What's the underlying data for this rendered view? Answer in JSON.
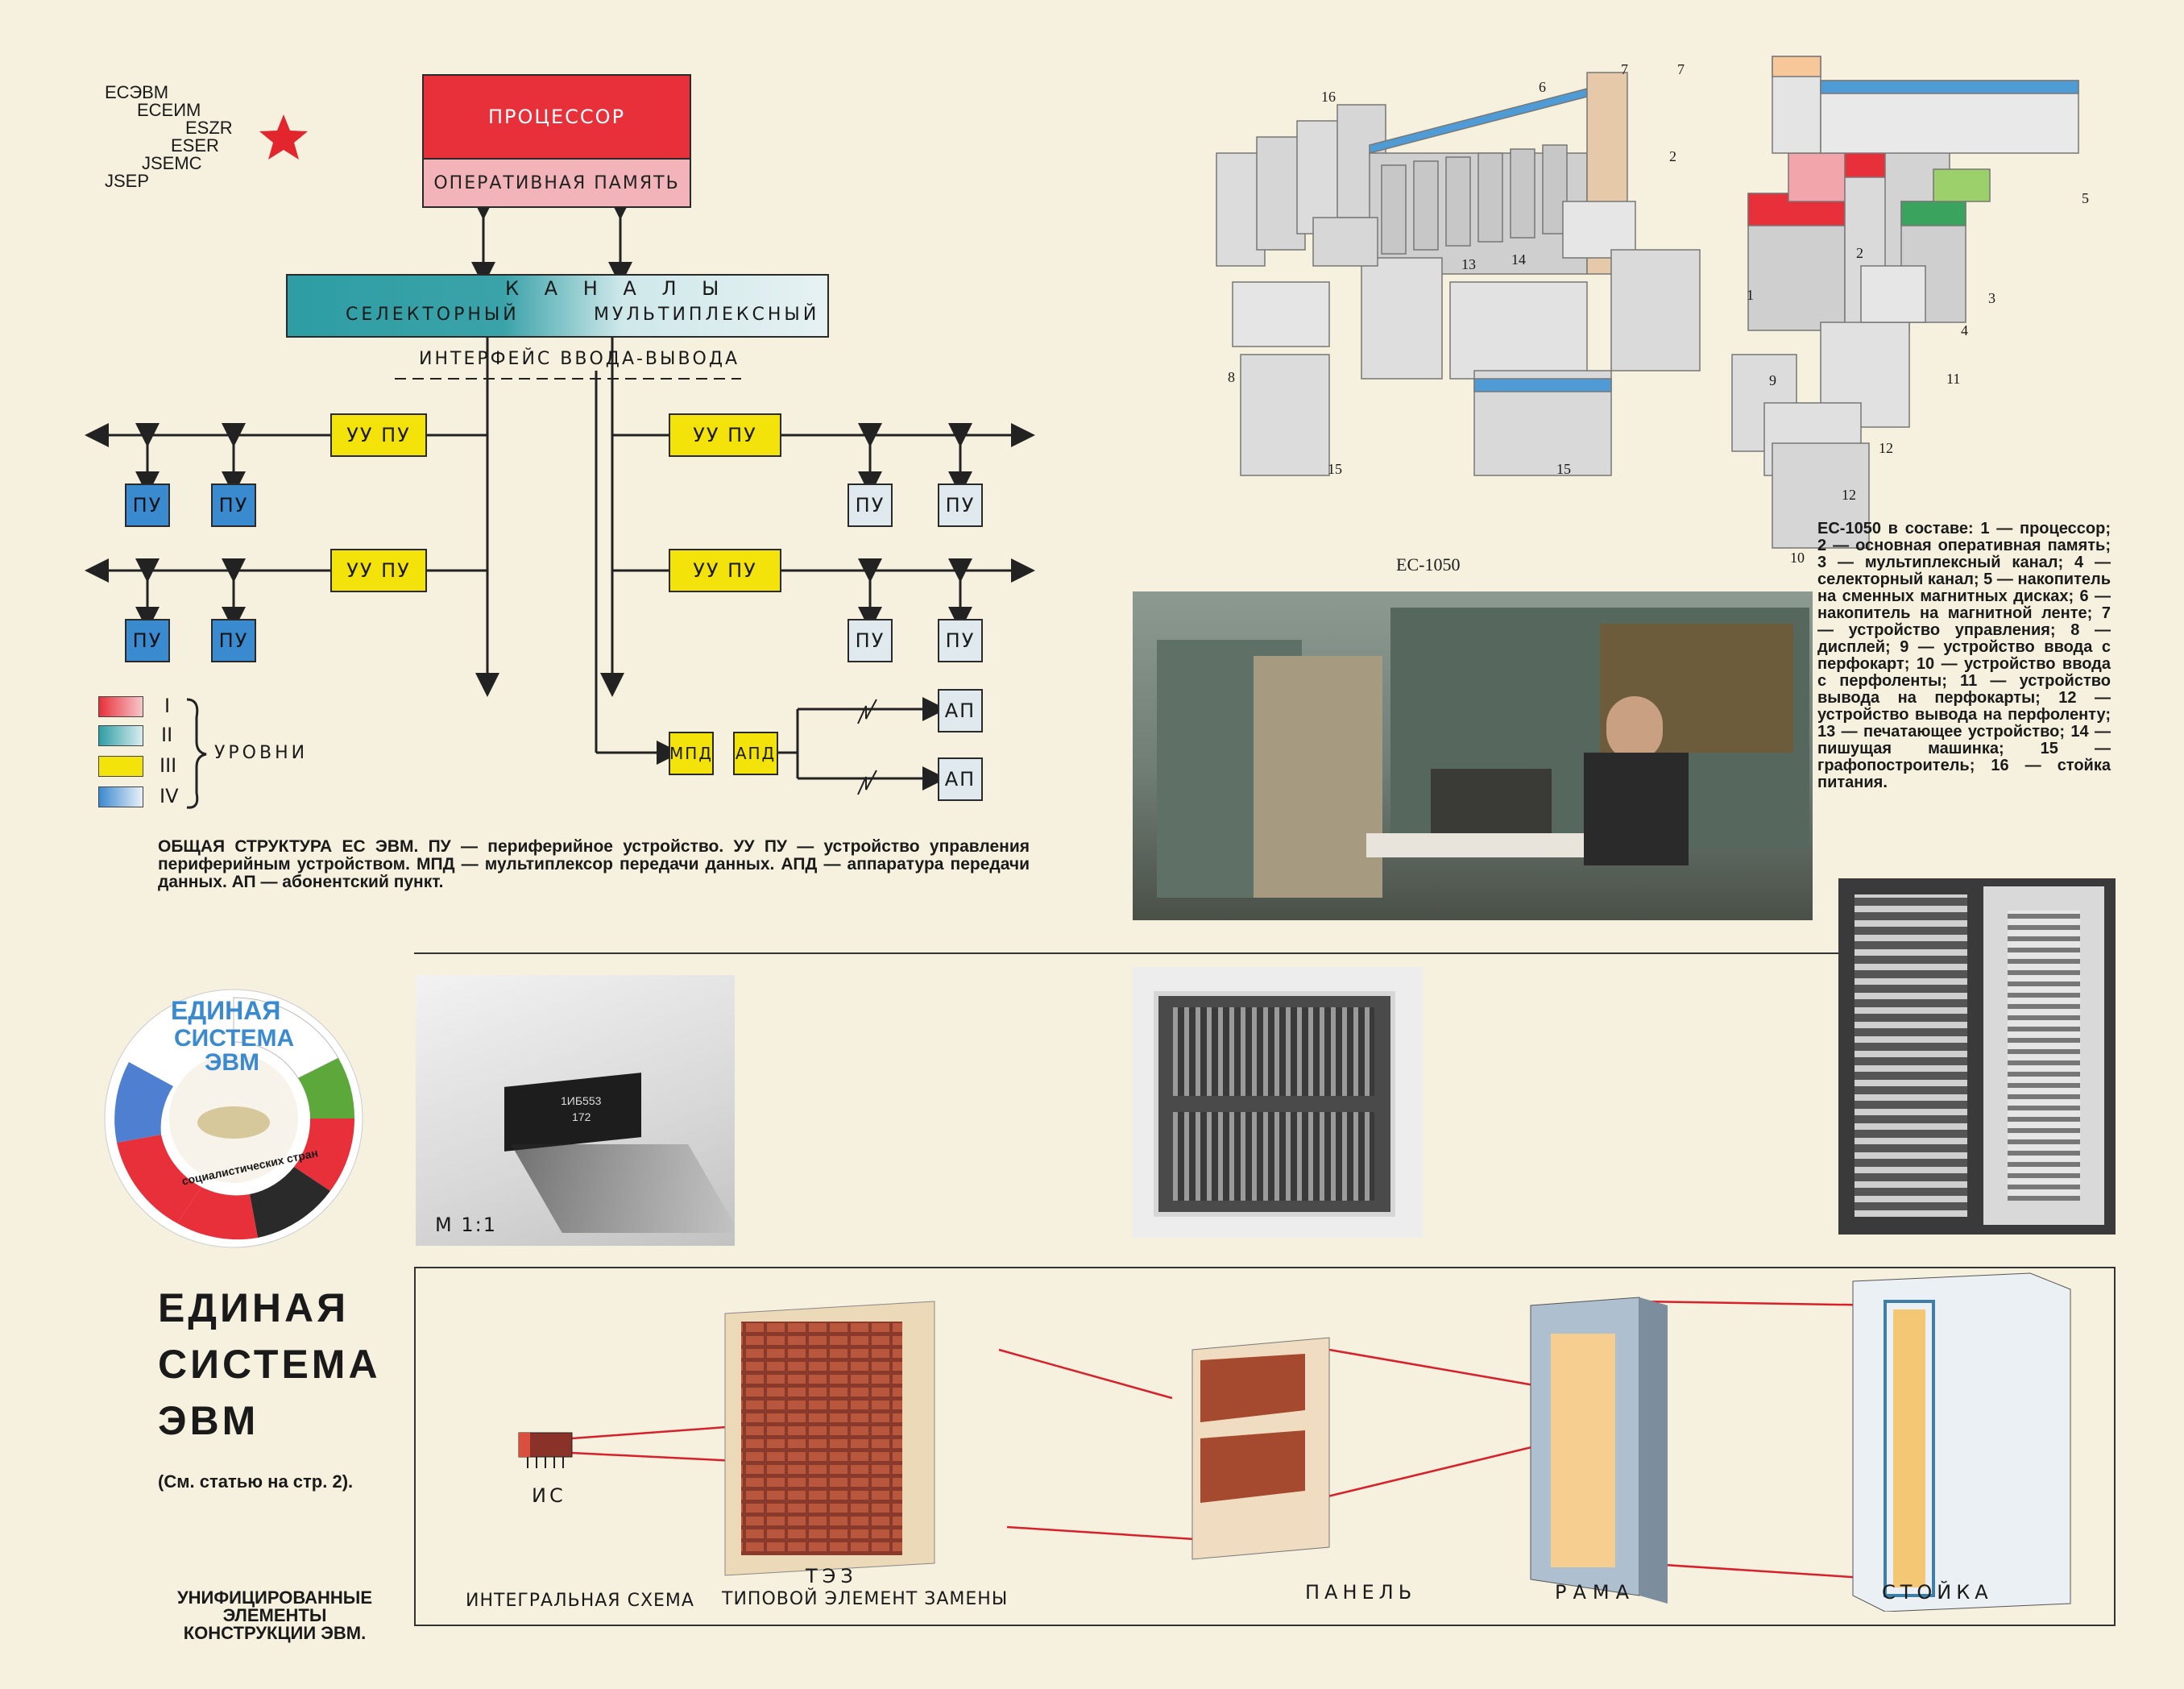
{
  "standards": [
    "ЕСЭВМ",
    "ЕСЕИМ",
    "ESZR",
    "ESER",
    "JSEMC",
    "JSEP"
  ],
  "diagram": {
    "processor": "ПРОЦЕССОР",
    "memory": "ОПЕРАТИВНАЯ ПАМЯТЬ",
    "channels_title": "К А Н А Л Ы",
    "selector": "СЕЛЕКТОРНЫЙ",
    "multiplex": "МУЛЬТИПЛЕКСНЫЙ",
    "io_interface": "ИНТЕРФЕЙС ВВОДА-ВЫВОДА",
    "uu_pu": "УУ ПУ",
    "pu": "ПУ",
    "mpd": "МПД",
    "apd": "АПД",
    "ap": "АП",
    "levels_label": "УРОВНИ",
    "levels": [
      "I",
      "II",
      "III",
      "IV"
    ],
    "caption": "ОБЩАЯ СТРУКТУРА ЕС ЭВМ. ПУ — периферийное устройство. УУ ПУ — устройство управления периферийным устройством. МПД — мультиплексор передачи данных. АПД — аппаратура передачи данных. АП — абонентский пункт."
  },
  "es1050": {
    "label": "ЕС-1050",
    "numbers": [
      "16",
      "6",
      "7",
      "7",
      "2",
      "5",
      "14",
      "13",
      "1",
      "2",
      "3",
      "4",
      "8",
      "9",
      "11",
      "15",
      "15",
      "12",
      "12",
      "10"
    ],
    "caption": "ЕС-1050 в составе: 1 — процессор; 2 — основная оперативная память; 3 — мультиплексный канал; 4 — селекторный канал; 5 — накопитель на сменных магнитных дисках; 6 — накопитель на магнитной ленте; 7 — устройство управления; 8 — дисплей; 9 — устройство ввода с перфокарт; 10 — устройство ввода с перфоленты; 11 — устройство вывода на перфокарты; 12 — устройство вывода на перфоленту; 13 — печатающее устройство; 14 — пишущая машинка; 15 — графопостроитель; 16 — стойка питания."
  },
  "logo": {
    "line1": "ЕДИНАЯ",
    "line2": "СИСТЕМА",
    "line3": "ЭВМ",
    "ring": "социалистических стран"
  },
  "chip_photo": {
    "scale": "М 1:1",
    "marking1": "1ИБ553",
    "marking2": "172"
  },
  "title": {
    "line1": "ЕДИНАЯ",
    "line2": "СИСТЕМА",
    "line3": "ЭВМ",
    "ref": "(См. статью на стр. 2)."
  },
  "unified": {
    "title": "УНИФИЦИРОВАННЫЕ ЭЛЕМЕНТЫ КОНСТРУКЦИИ ЭВМ.",
    "ic_short": "ИС",
    "ic": "ИНТЕГРАЛЬНАЯ СХЕМА",
    "tez_short": "ТЭЗ",
    "tez": "ТИПОВОЙ ЭЛЕМЕНТ ЗАМЕНЫ",
    "panel": "ПАНЕЛЬ",
    "frame": "РАМА",
    "rack": "СТОЙКА"
  },
  "colors": {
    "red": "#e8303a",
    "pink": "#f2b4b8",
    "teal": "#2e9ea4",
    "yellow": "#f4e30a",
    "blue": "#3a8ad0",
    "pale": "#dfe9ee"
  }
}
